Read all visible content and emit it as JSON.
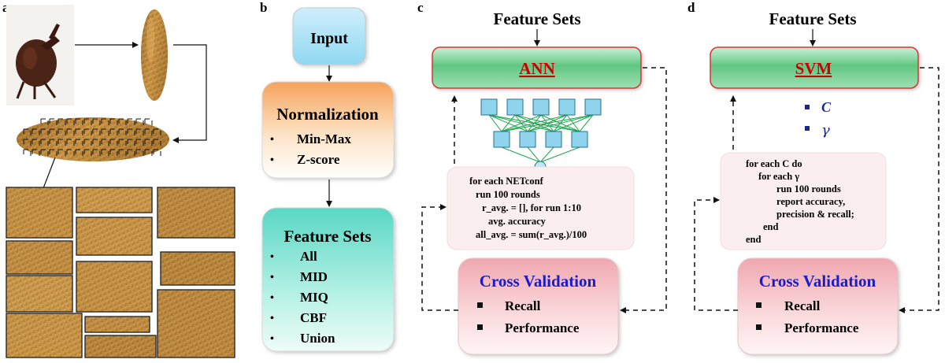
{
  "panel_labels": {
    "a": "a",
    "b": "b",
    "c": "c",
    "d": "d"
  },
  "panel_b": {
    "input": "Input",
    "normalization": {
      "title": "Normalization",
      "items": [
        "Min-Max",
        "Z-score"
      ]
    },
    "feature_sets": {
      "title": "Feature Sets",
      "items": [
        "All",
        "MID",
        "MIQ",
        "CBF",
        "Union"
      ]
    }
  },
  "panel_c": {
    "feature_sets_label": "Feature Sets",
    "model": "ANN",
    "code_lines": [
      "for each NETconf",
      "run 100 rounds",
      "r_avg. = [], for run 1:10",
      "avg. accuracy",
      "all_avg. = sum(r_avg.)/100"
    ],
    "cross_validation": {
      "title": "Cross Validation",
      "items": [
        "Recall",
        "Performance"
      ]
    }
  },
  "panel_d": {
    "feature_sets_label": "Feature Sets",
    "model": "SVM",
    "params": [
      "C",
      "γ"
    ],
    "code_lines": [
      "for each C do",
      "for each γ",
      "run 100 rounds",
      "report accuracy,",
      "precision & recall;",
      "end",
      "end"
    ],
    "cross_validation": {
      "title": "Cross Validation",
      "items": [
        "Recall",
        "Performance"
      ]
    }
  },
  "colors": {
    "model_box": "#6fcf8f",
    "model_text": "#cc0000",
    "input_box": "#9fe0f5",
    "normalization_box": "#f6b87a",
    "feature_box": "#7fe3cf",
    "cv_box": "#f3b9bf",
    "cv_title": "#1a1ad0",
    "code_box": "#fbeef0",
    "params_color": "#1a2a8a"
  }
}
